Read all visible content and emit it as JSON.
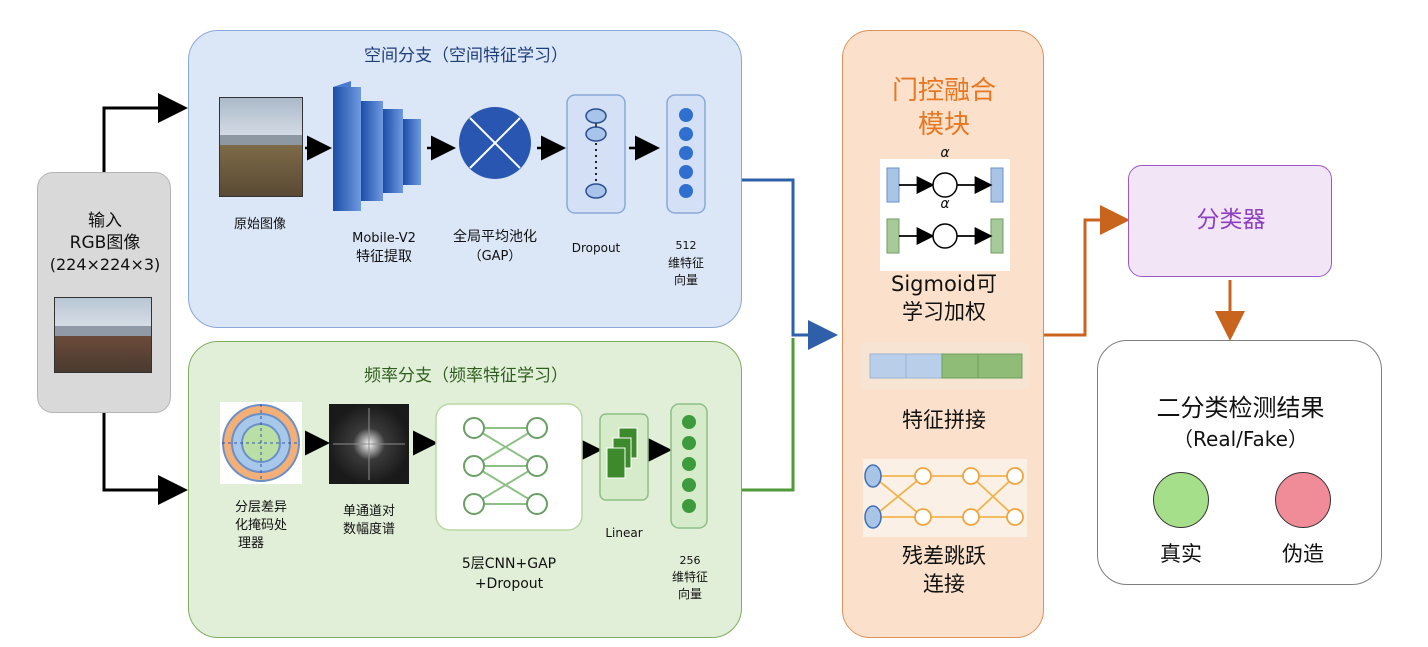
{
  "input": {
    "title": "输入",
    "line2": "RGB图像",
    "line3": "(224×224×3)"
  },
  "spatial": {
    "title": "空间分支（空间特征学习）",
    "labels": {
      "image": "原始图像",
      "mobilenet_1": "Mobile-V2",
      "mobilenet_2": "特征提取",
      "gap_1": "全局平均池化",
      "gap_2": "（GAP）",
      "dropout": "Dropout",
      "vec_1": "512",
      "vec_2": "维特征",
      "vec_3": "向量"
    }
  },
  "frequency": {
    "title": "频率分支（频率特征学习）",
    "labels": {
      "mask_1": "分层差异",
      "mask_2": "化掩码处",
      "mask_3": "理器",
      "spec_1": "单通道对",
      "spec_2": "数幅度谱",
      "cnn_1": "5层CNN+GAP",
      "cnn_2": "+Dropout",
      "linear": "Linear",
      "vec_1": "256",
      "vec_2": "维特征",
      "vec_3": "向量"
    }
  },
  "gate": {
    "title_1": "门控融合",
    "title_2": "模块",
    "sigmoid_1": "Sigmoid可",
    "sigmoid_2": "学习加权",
    "alpha": "α",
    "concat": "特征拼接",
    "residual_1": "残差跳跃",
    "residual_2": "连接"
  },
  "classifier": {
    "label": "分类器"
  },
  "result": {
    "title": "二分类检测结果",
    "subtitle": "（Real/Fake）",
    "real": "真实",
    "fake": "伪造"
  },
  "colors": {
    "spatial_bg": "#dbe6f7",
    "spatial_border": "#8aa8d8",
    "freq_bg": "#e2efd8",
    "freq_border": "#7fae5f",
    "gate_bg": "#fbe1cb",
    "gate_border": "#e0915a",
    "gate_title": "#e87722",
    "classifier_border": "#9b59c6",
    "classifier_text": "#8e3fc0",
    "blue_node": "#2f6fcf",
    "green_node": "#3d9a3d",
    "blue_line": "#2e5fa8",
    "green_line": "#4f9a3a",
    "orange_line": "#c8641e",
    "real": "#a6df8a",
    "fake": "#f08b98"
  }
}
